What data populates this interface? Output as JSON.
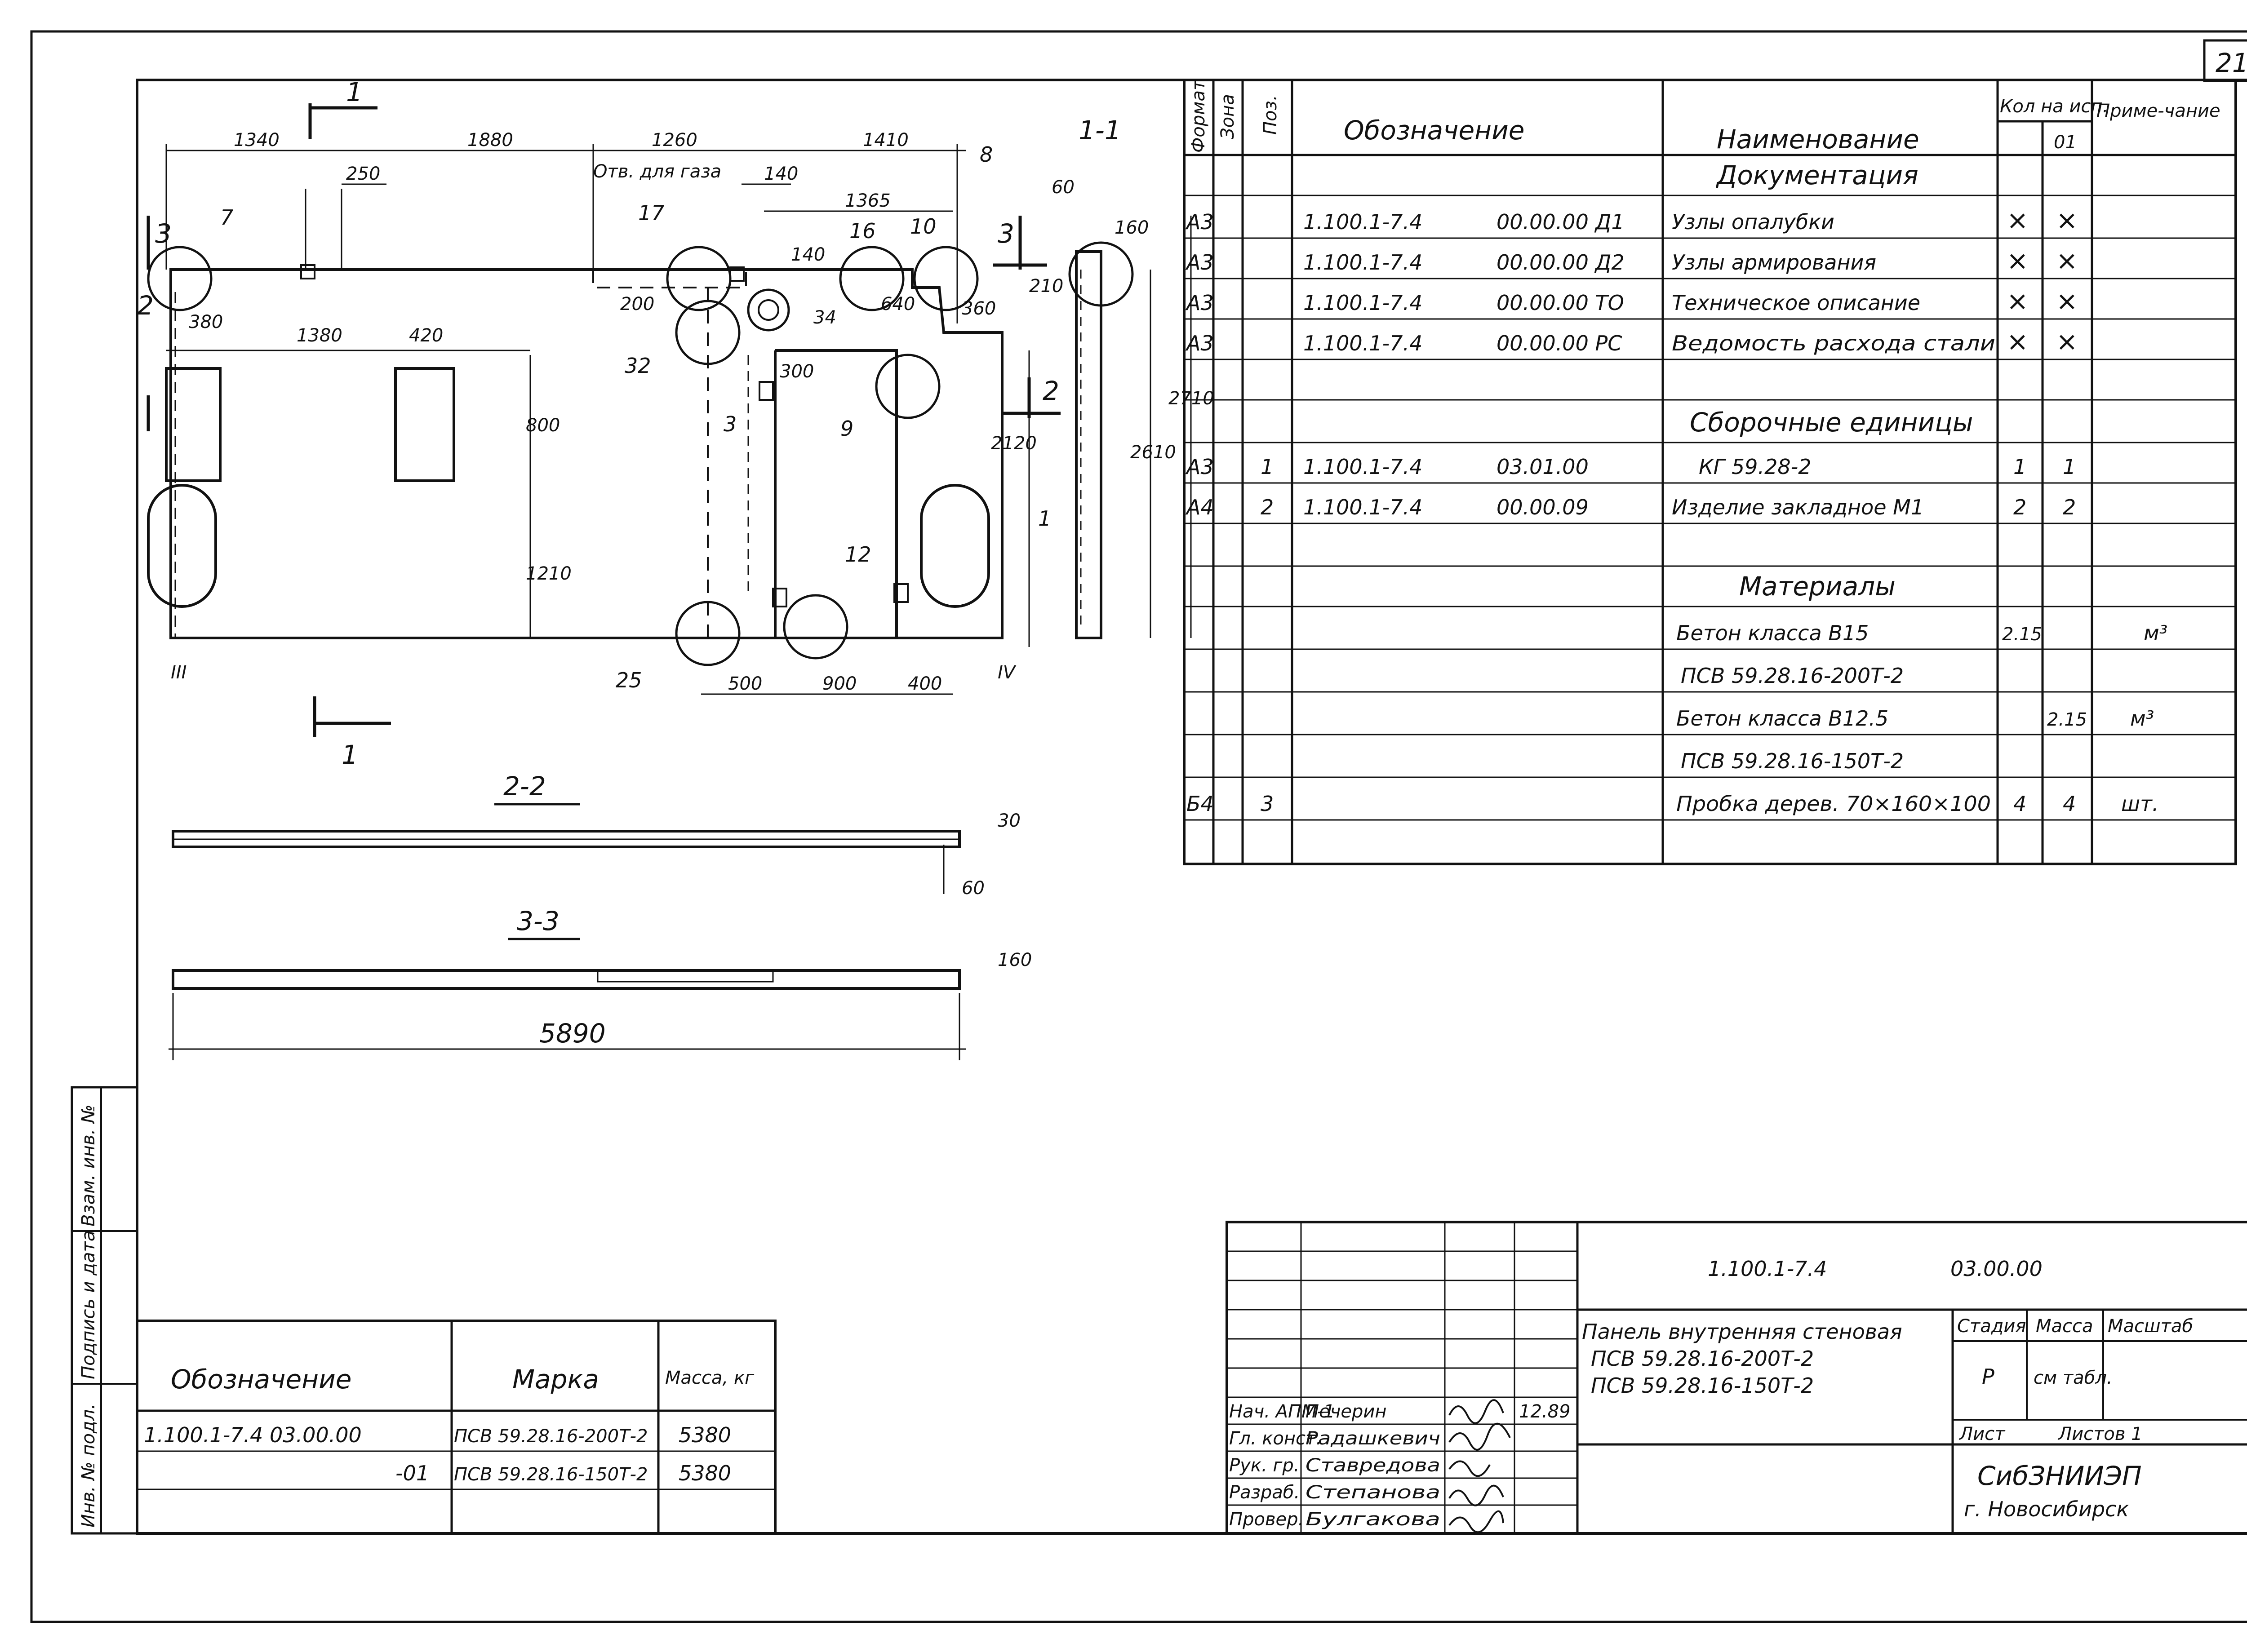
{
  "page_number": "21",
  "drawing": {
    "plan": {
      "dims_top": [
        "1340",
        "1880",
        "1260",
        "1410"
      ],
      "dims_second": [
        "250",
        "140",
        "1365"
      ],
      "label_hole": "Отв. для газа",
      "dims_mid": [
        "380",
        "1380",
        "420",
        "200",
        "34",
        "640",
        "300",
        "140",
        "360",
        "60",
        "210",
        "160"
      ],
      "dims_vertical": [
        "800",
        "1210",
        "2120",
        "2610",
        "2710"
      ],
      "dims_bottom": [
        "500",
        "900",
        "400"
      ],
      "callouts": [
        "7",
        "17",
        "16",
        "10",
        "8",
        "32",
        "9",
        "3",
        "12",
        "25",
        "1",
        "1"
      ],
      "section_marks": [
        "1",
        "1",
        "3",
        "3",
        "2",
        "2",
        "III",
        "IV"
      ],
      "section_label_1": "1-1"
    },
    "section_2": {
      "label": "2-2",
      "dims": [
        "30",
        "60"
      ]
    },
    "section_3": {
      "label": "3-3",
      "dims": [
        "160",
        "5890"
      ]
    }
  },
  "spec_table": {
    "headers": {
      "format": "Формат",
      "zone": "Зона",
      "pos": "Поз.",
      "designation": "Обозначение",
      "name": "Наименование",
      "qty": "Кол на исп.",
      "qty_sub": "01",
      "note": "Приме-чание"
    },
    "sections": {
      "documentation": "Документация",
      "assembly_units": "Сборочные единицы",
      "materials": "Материалы"
    },
    "rows": [
      {
        "fmt": "А3",
        "zone": "",
        "pos": "",
        "code": "1.100.1-7.4",
        "code2": "00.00.00 Д1",
        "name": "Узлы опалубки",
        "q1": "×",
        "q2": "×",
        "note": ""
      },
      {
        "fmt": "А3",
        "zone": "",
        "pos": "",
        "code": "1.100.1-7.4",
        "code2": "00.00.00 Д2",
        "name": "Узлы армирования",
        "q1": "×",
        "q2": "×",
        "note": ""
      },
      {
        "fmt": "А3",
        "zone": "",
        "pos": "",
        "code": "1.100.1-7.4",
        "code2": "00.00.00 ТО",
        "name": "Техническое описание",
        "q1": "×",
        "q2": "×",
        "note": ""
      },
      {
        "fmt": "А3",
        "zone": "",
        "pos": "",
        "code": "1.100.1-7.4",
        "code2": "00.00.00 РС",
        "name": "Ведомость расхода стали",
        "q1": "×",
        "q2": "×",
        "note": ""
      },
      {
        "fmt": "А3",
        "zone": "",
        "pos": "1",
        "code": "1.100.1-7.4",
        "code2": "03.01.00",
        "name": "КГ 59.28-2",
        "q1": "1",
        "q2": "1",
        "note": ""
      },
      {
        "fmt": "А4",
        "zone": "",
        "pos": "2",
        "code": "1.100.1-7.4",
        "code2": "00.00.09",
        "name": "Изделие закладное М1",
        "q1": "2",
        "q2": "2",
        "note": ""
      },
      {
        "fmt": "",
        "zone": "",
        "pos": "",
        "code": "",
        "code2": "",
        "name": "Бетон класса В15",
        "q1": "2.15",
        "q2": "",
        "note": "м³"
      },
      {
        "fmt": "",
        "zone": "",
        "pos": "",
        "code": "",
        "code2": "",
        "name": "ПСВ 59.28.16-200Т-2",
        "q1": "",
        "q2": "",
        "note": ""
      },
      {
        "fmt": "",
        "zone": "",
        "pos": "",
        "code": "",
        "code2": "",
        "name": "Бетон класса В12.5",
        "q1": "",
        "q2": "2.15",
        "note": "м³"
      },
      {
        "fmt": "",
        "zone": "",
        "pos": "",
        "code": "",
        "code2": "",
        "name": "ПСВ 59.28.16-150Т-2",
        "q1": "",
        "q2": "",
        "note": ""
      },
      {
        "fmt": "Б4",
        "zone": "",
        "pos": "3",
        "code": "",
        "code2": "",
        "name": "Пробка дерев. 70×160×100",
        "q1": "4",
        "q2": "4",
        "note": "шт."
      }
    ]
  },
  "variants_table": {
    "headers": {
      "designation": "Обозначение",
      "mark": "Марка",
      "mass": "Масса, кг"
    },
    "rows": [
      {
        "designation": "1.100.1-7.4   03.00.00",
        "mark": "ПСВ 59.28.16-200Т-2",
        "mass": "5380"
      },
      {
        "designation": "-01",
        "mark": "ПСВ 59.28.16-150Т-2",
        "mass": "5380"
      }
    ]
  },
  "side_stamp": [
    "Инв. № подл.",
    "Подпись и дата",
    "Взам. инв. №"
  ],
  "title_block": {
    "doc_code": "1.100.1-7.4",
    "doc_code2": "03.00.00",
    "title_lines": [
      "Панель внутренняя стеновая",
      "ПСВ 59.28.16-200Т-2",
      "ПСВ 59.28.16-150Т-2"
    ],
    "stage_label": "Стадия",
    "mass_label": "Масса",
    "scale_label": "Масштаб",
    "stage_value": "Р",
    "mass_value": "см табл.",
    "sheet_label": "Лист",
    "sheets_label": "Листов 1",
    "org": "СибЗНИИЭП",
    "city": "г. Новосибирск",
    "signers": [
      {
        "role": "Нач. АПМ-1",
        "name": "Печерин",
        "date": "12.89"
      },
      {
        "role": "Гл. конст.",
        "name": "Радашкевич",
        "date": ""
      },
      {
        "role": "Рук. гр.",
        "name": "Ставредова",
        "date": ""
      },
      {
        "role": "Разраб.",
        "name": "Степанова",
        "date": ""
      },
      {
        "role": "Провер.",
        "name": "Булгакова",
        "date": ""
      }
    ]
  }
}
